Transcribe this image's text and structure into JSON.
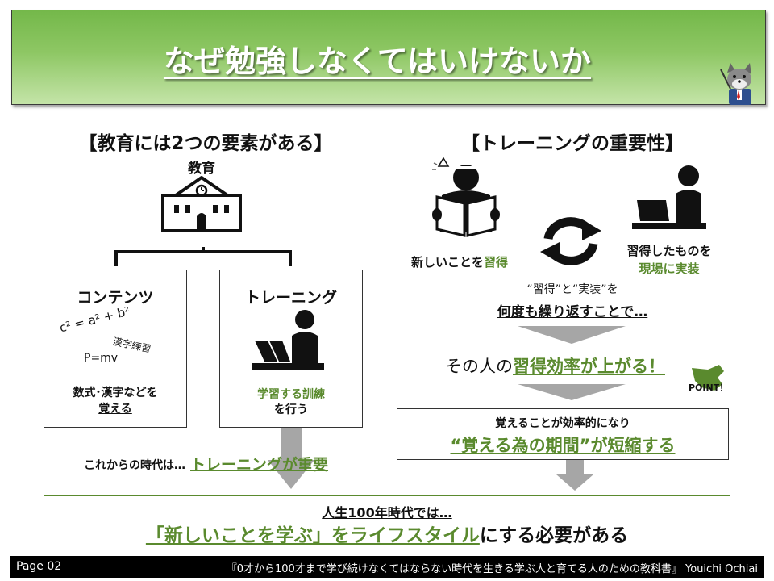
{
  "title": "なぜ勉強しなくてはいけないか",
  "left": {
    "heading": "【教育には2つの要素がある】",
    "education_label": "教育",
    "contents": {
      "title": "コンテンツ",
      "formula1": "c² = a² + b²",
      "kanji": "漢字練習",
      "formula2": "P=mv",
      "desc_line1": "数式･漢字などを",
      "desc_line2": "覚える"
    },
    "training": {
      "title": "トレーニング",
      "desc_line1": "学習する訓練",
      "desc_line2": "を行う"
    },
    "future_prefix": "これからの時代は…",
    "future_highlight": "トレーニングが重要"
  },
  "right": {
    "heading": "【トレーニングの重要性】",
    "learn_prefix": "新しいことを",
    "learn_highlight": "習得",
    "apply_line1": "習得したものを",
    "apply_line2": "現場に実装",
    "repeat_line1": "“習得”と“実装”を",
    "repeat_line2": "何度も繰り返すことで…",
    "efficiency_prefix": "その人の",
    "efficiency_highlight": "習得効率が上がる！",
    "point_label": "POINT！",
    "result_line1": "覚えることが効率的になり",
    "result_line2": "“覚える為の期間”が短縮する"
  },
  "conclusion": {
    "line1": "人生100年時代では…",
    "highlight": "「新しいことを学ぶ」をライフスタイル",
    "suffix": "にする必要がある"
  },
  "footer": {
    "page": "Page 02",
    "book": "『0才から100才まで学び続けなくてはならない時代を生きる学ぶ人と育てる人のための教科書』 Youichi Ochiai"
  },
  "colors": {
    "accent_green": "#5a8a2e",
    "banner_green": "#7cbd52",
    "arrow_gray": "#a6a6a6"
  }
}
